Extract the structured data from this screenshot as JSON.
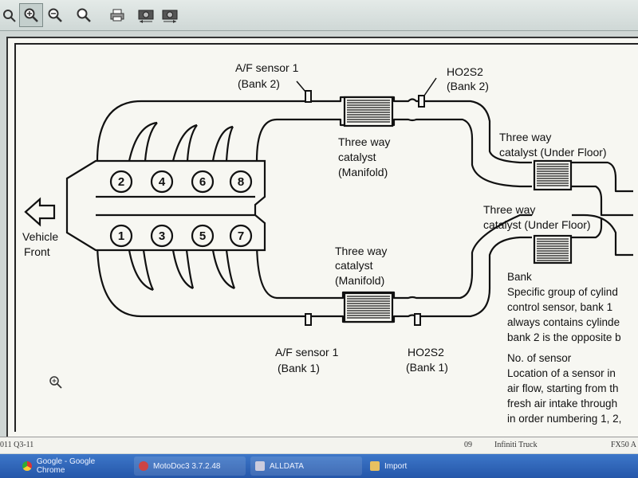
{
  "toolbar": {
    "icons": [
      "zoom-area-icon",
      "zoom-in-icon",
      "zoom-out-icon",
      "zoom-reset-icon",
      "print-icon",
      "camera-back-icon",
      "camera-forward-icon"
    ]
  },
  "diagram": {
    "af_sensor_bank2": [
      "A/F sensor 1",
      "(Bank 2)"
    ],
    "ho2s2_bank2": [
      "HO2S2",
      "(Bank 2)"
    ],
    "twc_manifold_bank2": [
      "Three way",
      "catalyst",
      "(Manifold)"
    ],
    "twc_underfloor_bank2": [
      "Three way",
      "catalyst (Under Floor)"
    ],
    "twc_underfloor_bank1": [
      "Three way",
      "catalyst (Under Floor)"
    ],
    "twc_manifold_bank1": [
      "Three way",
      "catalyst",
      "(Manifold)"
    ],
    "af_sensor_bank1": [
      "A/F sensor 1",
      "(Bank 1)"
    ],
    "ho2s2_bank1": [
      "HO2S2",
      "(Bank 1)"
    ],
    "vehicle_front": [
      "Vehicle",
      "Front"
    ],
    "cylinders_top": [
      "2",
      "4",
      "6",
      "8"
    ],
    "cylinders_bottom": [
      "1",
      "3",
      "5",
      "7"
    ],
    "bank_note": [
      "Bank",
      "Specific group of cylind",
      "control sensor, bank 1",
      "always contains cylinde",
      "bank 2 is the opposite b"
    ],
    "sensor_note": [
      "No. of sensor",
      "Location of a sensor in",
      "air flow, starting from th",
      "fresh air intake through",
      "in order numbering 1, 2,"
    ]
  },
  "footer": {
    "left": "011 Q3-11",
    "mid": "09",
    "model": "Infiniti Truck",
    "right": "FX50 A"
  },
  "taskbar": {
    "items": [
      "Google - Google Chrome",
      "MotoDoc3 3.7.2.48",
      "ALLDATA",
      "Import"
    ]
  },
  "colors": {
    "taskbar": "#2b5fb3",
    "page": "#f7f7f2",
    "ink": "#111111"
  }
}
